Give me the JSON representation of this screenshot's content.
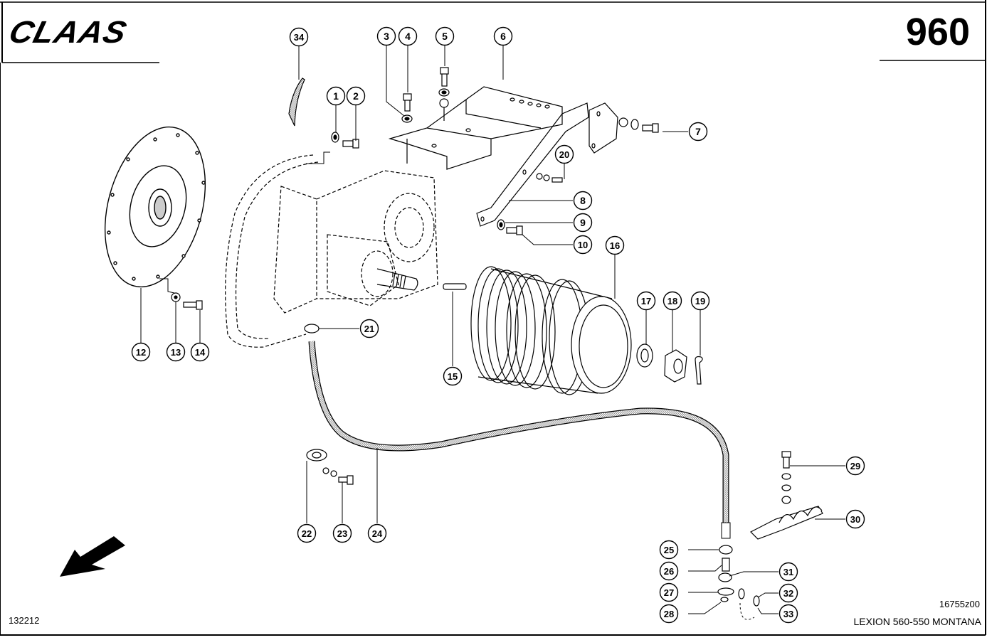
{
  "header": {
    "brand": "CLAAS",
    "page_number": "960"
  },
  "footer": {
    "document_id": "132212",
    "drawing_id": "16755z00",
    "model": "LEXION 560-550 MONTANA"
  },
  "direction_arrow": {
    "icon": "arrow-down-left-icon",
    "meaning": "direction of travel"
  },
  "callouts": [
    {
      "id": "1",
      "label": "1"
    },
    {
      "id": "2",
      "label": "2"
    },
    {
      "id": "3",
      "label": "3"
    },
    {
      "id": "4",
      "label": "4"
    },
    {
      "id": "5",
      "label": "5"
    },
    {
      "id": "6",
      "label": "6"
    },
    {
      "id": "7",
      "label": "7"
    },
    {
      "id": "8",
      "label": "8"
    },
    {
      "id": "9",
      "label": "9"
    },
    {
      "id": "10",
      "label": "10"
    },
    {
      "id": "12",
      "label": "12"
    },
    {
      "id": "13",
      "label": "13"
    },
    {
      "id": "14",
      "label": "14"
    },
    {
      "id": "15",
      "label": "15"
    },
    {
      "id": "16",
      "label": "16"
    },
    {
      "id": "17",
      "label": "17"
    },
    {
      "id": "18",
      "label": "18"
    },
    {
      "id": "19",
      "label": "19"
    },
    {
      "id": "20",
      "label": "20"
    },
    {
      "id": "21",
      "label": "21"
    },
    {
      "id": "22",
      "label": "22"
    },
    {
      "id": "23",
      "label": "23"
    },
    {
      "id": "24",
      "label": "24"
    },
    {
      "id": "25",
      "label": "25"
    },
    {
      "id": "26",
      "label": "26"
    },
    {
      "id": "27",
      "label": "27"
    },
    {
      "id": "28",
      "label": "28"
    },
    {
      "id": "29",
      "label": "29"
    },
    {
      "id": "30",
      "label": "30"
    },
    {
      "id": "31",
      "label": "31"
    },
    {
      "id": "32",
      "label": "32"
    },
    {
      "id": "33",
      "label": "33"
    },
    {
      "id": "34",
      "label": "34"
    }
  ]
}
